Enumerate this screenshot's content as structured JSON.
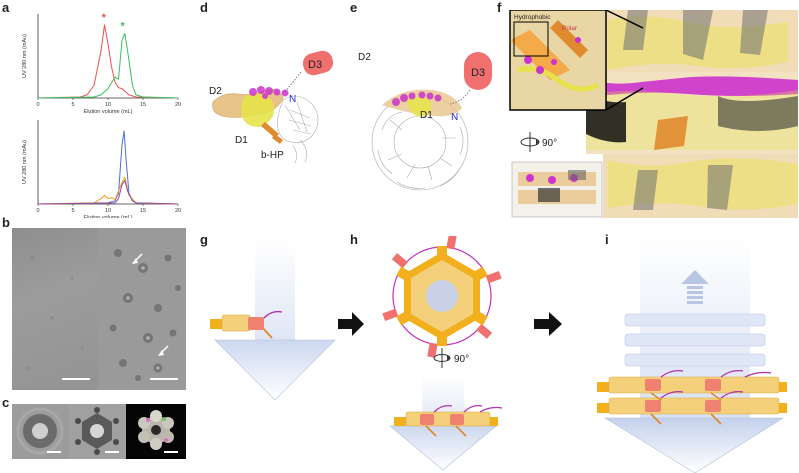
{
  "labels": {
    "a": "a",
    "b": "b",
    "c": "c",
    "d": "d",
    "e": "e",
    "f": "f",
    "g": "g",
    "h": "h",
    "i": "i"
  },
  "colors": {
    "trace_red": "#f0504a",
    "trace_green": "#3cc060",
    "trace_blue": "#4a6fe0",
    "trace_orange": "#f0a020",
    "trace_purple": "#9a4aa0",
    "d1": "#e6e34a",
    "d2": "#e9c48a",
    "d3": "#f07070",
    "hp": "#e08a30",
    "nterm": "#2233cc",
    "lipid": "#cc33cc",
    "arrow": "#111111",
    "gradient": "#cfd9ef"
  },
  "chart_data": [
    {
      "type": "line",
      "title": "",
      "xlabel": "Elution volume (mL)",
      "ylabel": "UV 280 nm (mAu)",
      "xlim": [
        0,
        20
      ],
      "xticks": [
        "0",
        "5",
        "10",
        "15",
        "20"
      ],
      "grid": false,
      "annotations": [
        {
          "text": "*",
          "color": "red",
          "x": 9.4
        },
        {
          "text": "*",
          "color": "green",
          "x": 12.1
        }
      ],
      "series": [
        {
          "color": "red",
          "x": [
            0,
            6,
            7,
            8,
            9,
            9.5,
            10,
            10.5,
            11,
            11.5,
            12,
            13,
            14,
            20
          ],
          "y": [
            0,
            1,
            3,
            12,
            45,
            70,
            52,
            30,
            15,
            10,
            9,
            3,
            1,
            0
          ]
        },
        {
          "color": "green",
          "x": [
            0,
            8,
            9,
            10,
            11,
            11.5,
            12,
            12.4,
            12.8,
            13.5,
            14,
            15,
            20
          ],
          "y": [
            0,
            1,
            3,
            9,
            20,
            18,
            55,
            62,
            45,
            12,
            3,
            1,
            0
          ]
        }
      ]
    },
    {
      "type": "line",
      "title": "",
      "xlabel": "Elution volume (mL)",
      "ylabel": "UV 280 nm (mAu)",
      "xlim": [
        0,
        20
      ],
      "xticks": [
        "0",
        "5",
        "10",
        "15",
        "20"
      ],
      "grid": false,
      "series": [
        {
          "color": "blue",
          "x": [
            0,
            10,
            11,
            11.5,
            12,
            12.3,
            12.6,
            13,
            13.5,
            14,
            20
          ],
          "y": [
            0,
            1,
            3,
            10,
            55,
            68,
            40,
            10,
            3,
            1,
            0
          ]
        },
        {
          "color": "orange",
          "x": [
            0,
            8,
            9,
            9.5,
            10,
            10.5,
            11,
            12,
            12.4,
            13,
            14,
            20
          ],
          "y": [
            0,
            1,
            5,
            8,
            5,
            6,
            4,
            20,
            25,
            8,
            1,
            0
          ]
        },
        {
          "color": "purple",
          "x": [
            0,
            11,
            11.5,
            12,
            12.4,
            12.8,
            13.5,
            14,
            20
          ],
          "y": [
            0,
            1,
            5,
            18,
            22,
            12,
            3,
            1,
            0
          ]
        }
      ]
    }
  ],
  "panel_d": {
    "d2": "D2",
    "d3": "D3",
    "d1": "D1",
    "n": "N",
    "bhp": "b-HP"
  },
  "panel_e": {
    "d2": "D2",
    "d3": "D3",
    "d1": "D1",
    "n": "N"
  },
  "panel_f": {
    "inset1": "Hydrophobic",
    "inset2": "Polar",
    "rot": "90°"
  },
  "panel_h": {
    "rot": "90°"
  }
}
